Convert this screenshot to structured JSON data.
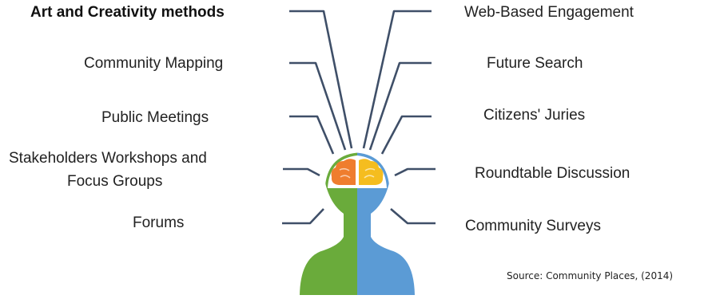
{
  "diagram": {
    "left_methods": [
      "Art and Creativity methods",
      "Community Mapping",
      "Public Meetings",
      "Stakeholders Workshops and",
      "Focus Groups",
      "Forums"
    ],
    "right_methods": [
      "Web-Based Engagement",
      "Future Search",
      "Citizens' Juries",
      "Roundtable Discussion",
      "Community Surveys"
    ],
    "source": "Source: Community Places, (2014)",
    "colors": {
      "line": "#3f4f68",
      "left_body": "#6aab3b",
      "right_body": "#5b9bd5",
      "left_brain": "#ef7d2e",
      "right_brain": "#f5bd1f"
    }
  }
}
